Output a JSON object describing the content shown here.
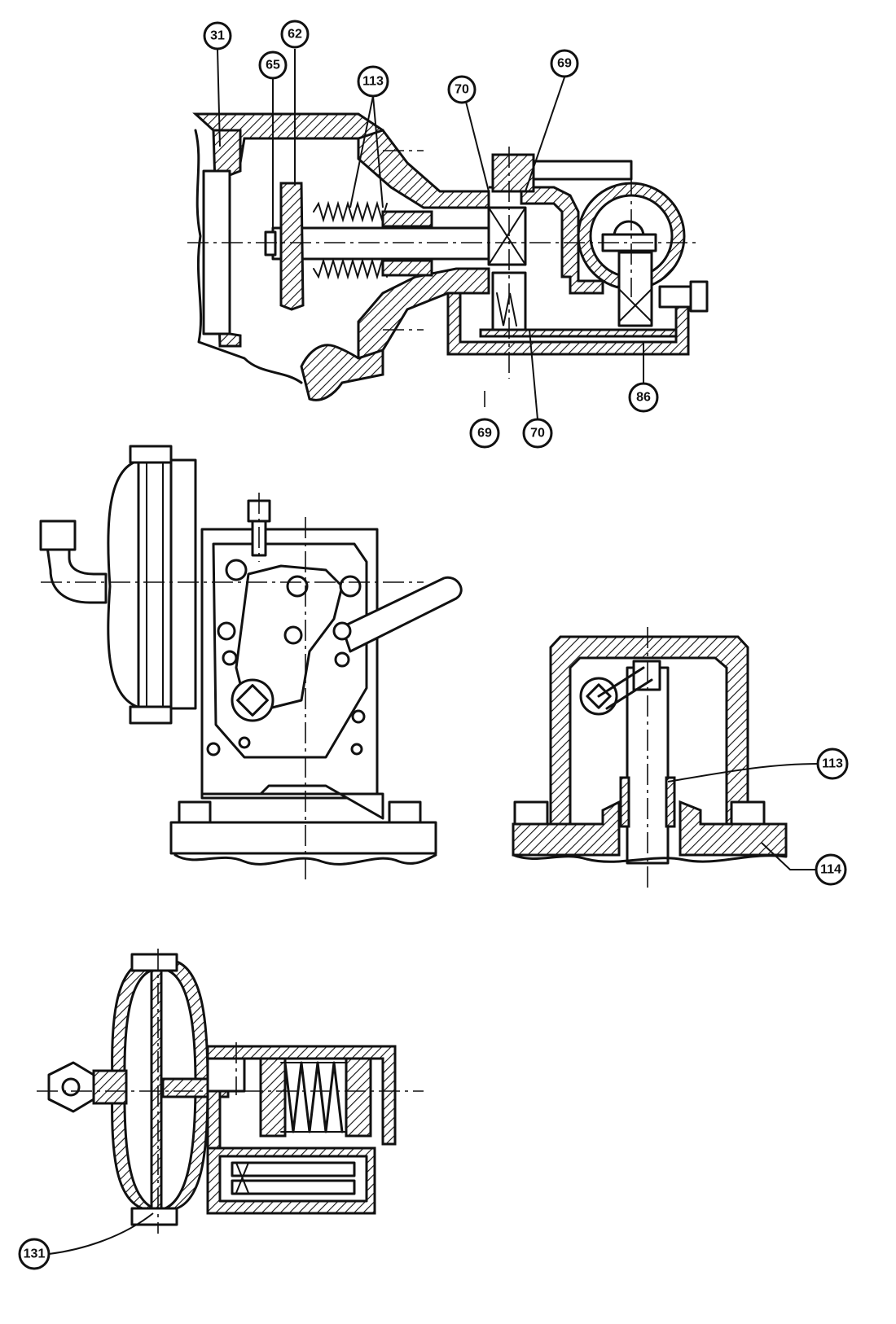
{
  "callouts": {
    "c31": "31",
    "c62": "62",
    "c65": "65",
    "c113a": "113",
    "c70a": "70",
    "c69a": "69",
    "c86": "86",
    "c69b": "69",
    "c70b": "70",
    "c113b": "113",
    "c114": "114",
    "c131": "131"
  }
}
